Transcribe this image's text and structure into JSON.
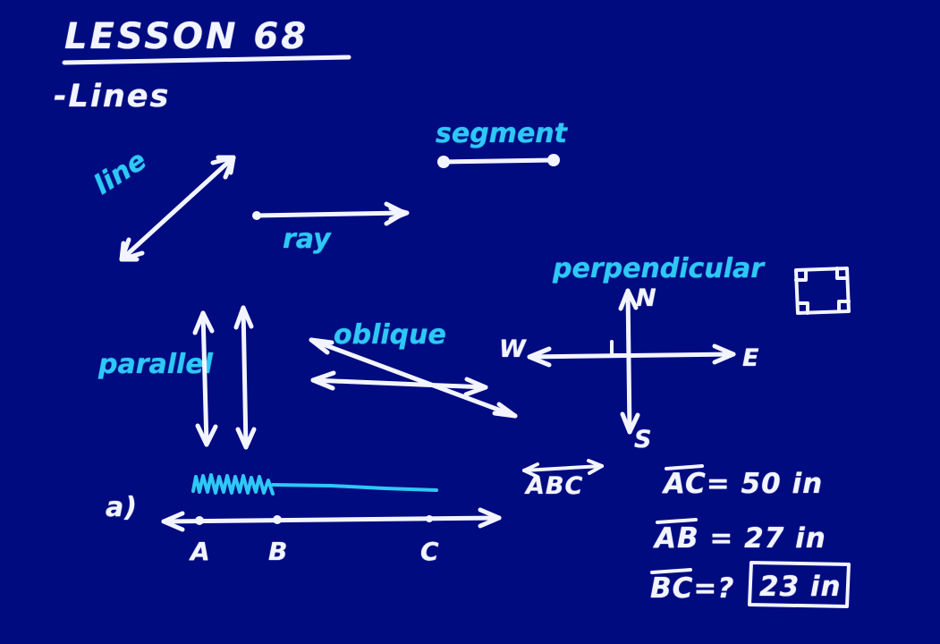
{
  "board": {
    "background_color": "#000b80",
    "ink_white": "#f2f4ff",
    "ink_cyan": "#2ec8f5"
  },
  "header": {
    "title": "LESSON 68",
    "subtitle": "-Lines"
  },
  "labels": {
    "line": "line",
    "ray": "ray",
    "segment": "segment",
    "parallel": "parallel",
    "oblique": "oblique",
    "perpendicular": "perpendicular"
  },
  "compass": {
    "north": "N",
    "south": "S",
    "east": "E",
    "west": "W"
  },
  "notation": {
    "line_abc": "ABC"
  },
  "problem": {
    "item_label": "a)",
    "points": [
      "A",
      "B",
      "C"
    ],
    "equations": [
      {
        "name": "AC",
        "text": "AC= 50 in",
        "value": "50 in"
      },
      {
        "name": "AB",
        "text": "AB = 27 in",
        "value": "27 in"
      },
      {
        "name": "BC",
        "text": "BC=?",
        "value": "?"
      }
    ],
    "answer": "23 in"
  }
}
